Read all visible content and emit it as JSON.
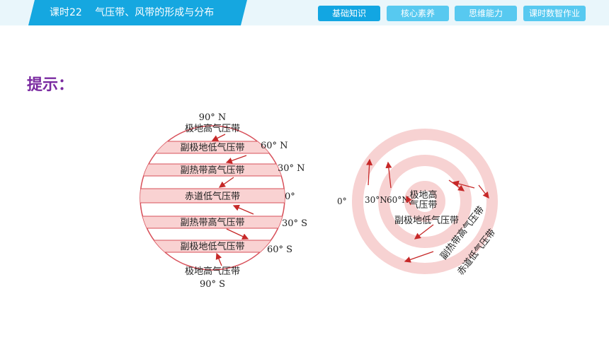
{
  "header": {
    "lesson_title": "课时22　 气压带、风带的形成与分布",
    "nav": [
      {
        "label": "基础知识",
        "active": true
      },
      {
        "label": "核心素养",
        "active": false
      },
      {
        "label": "思维能力",
        "active": false
      },
      {
        "label": "课时数智作业",
        "active": false
      }
    ]
  },
  "hint_label": "提示：",
  "left_diagram": {
    "top_lat": "90° N",
    "bottom_lat": "90° S",
    "bands": [
      "极地高气压带",
      "副极地低气压带",
      "副热带高气压带",
      "赤道低气压带",
      "副热带高气压带",
      "副极地低气压带",
      "极地高气压带"
    ],
    "lat_labels": [
      "60° N",
      "30° N",
      "0°",
      "30° S",
      "60° S"
    ]
  },
  "right_diagram": {
    "lat_labels": [
      "0°",
      "30°N",
      "60°N"
    ],
    "center_label_line1": "极地高",
    "center_label_line2": "气压带",
    "ring_labels": [
      "副极地低气压带",
      "副热带高气压带",
      "赤道低气压带"
    ]
  },
  "colors": {
    "accent": "#15a7e0",
    "hint": "#7a2aa0",
    "band_fill": "#f9d2d2",
    "band_stroke": "#d8505a",
    "arrow": "#c62828"
  }
}
